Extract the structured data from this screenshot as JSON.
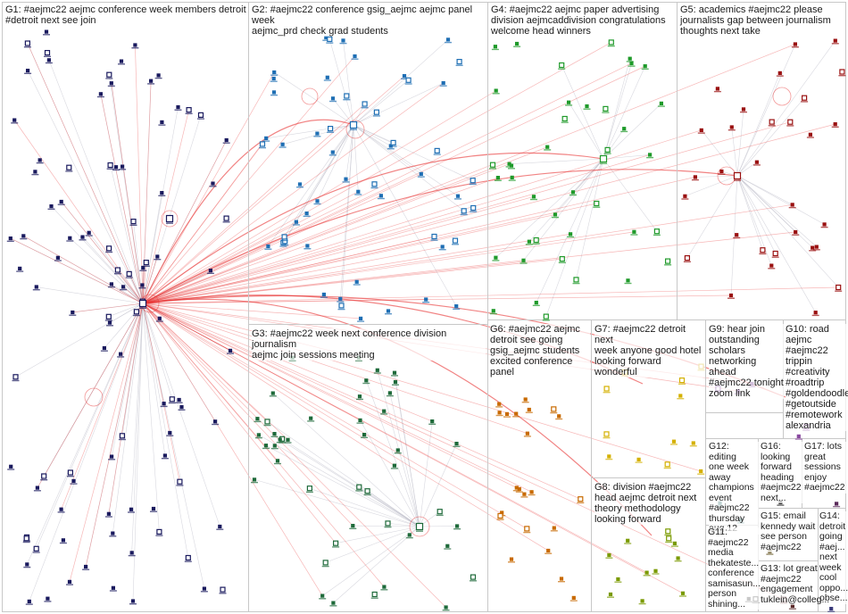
{
  "groups": [
    {
      "id": "G1",
      "label": "G1: #aejmc22 aejmc conference week members detroit\n#detroit next see join",
      "color": "#1a1a5e"
    },
    {
      "id": "G2",
      "label": "G2: #aejmc22 conference gsig_aejmc aejmc panel week\naejmc_prd check grad students",
      "color": "#1f6fb4"
    },
    {
      "id": "G3",
      "label": "G3: #aejmc22 week next conference division journalism\naejmc join sessions meeting",
      "color": "#1e6a3a"
    },
    {
      "id": "G4",
      "label": "G4: #aejmc22 aejmc paper advertising\ndivision aejmcaddivision congratulations\nwelcome head winners",
      "color": "#1f9a2a"
    },
    {
      "id": "G5",
      "label": "G5: academics #aejmc22 please\njournalists gap between journalism\nthoughts next take",
      "color": "#9a1010"
    },
    {
      "id": "G6",
      "label": "G6: #aejmc22 aejmc\ndetroit see going\ngsig_aejmc students\nexcited conference\npanel",
      "color": "#c86a00"
    },
    {
      "id": "G7",
      "label": "G7: #aejmc22 detroit next\nweek anyone good hotel\nlooking forward wonderful",
      "color": "#d4b000"
    },
    {
      "id": "G8",
      "label": "G8: division #aejmc22\nhead aejmc detroit next\ntheory methodology\nlooking forward",
      "color": "#7a9a00"
    },
    {
      "id": "G9",
      "label": "G9: hear join\noutstanding\nscholars\nnetworking ahead\n#aejmc22 tonight\nzoom link",
      "color": "#6a2a8a"
    },
    {
      "id": "G10",
      "label": "G10: road\naejmc\n#aejmc22\ntrippin\n#creativity\n#roadtrip\n#goldendoodle\n#getoutside\n#remotework\nalexandria",
      "color": "#8a4aa0"
    },
    {
      "id": "G11",
      "label": "G11:\n#aejmc22\nmedia\nthekateste...\nconference\nsamisasun...\nperson\nshining...",
      "color": "#4a4a4a"
    },
    {
      "id": "G12",
      "label": "G12: editing\none week\naway\nchampions\nevent\n#aejmc22\nthursday\naug 12",
      "color": "#2a6a6a"
    },
    {
      "id": "G13",
      "label": "G13: lot great\n#aejmc22\nengagement\ntuklein@colleg...",
      "color": "#5a2a2a"
    },
    {
      "id": "G14",
      "label": "G14:\ndetroit\ngoing\n#aej...\nnext\nweek\ncool\noppo...\nobse...",
      "color": "#3a3a7a"
    },
    {
      "id": "G15",
      "label": "G15: email\nkennedy wait\nsee person\n#aejmc22",
      "color": "#6a5a2a"
    },
    {
      "id": "G16",
      "label": "G16:\nlooking\nforward\nheading\n#aejmc22\nnext...",
      "color": "#2a2a2a"
    },
    {
      "id": "G17",
      "label": "G17: lots\ngreat\nsessions\nenjoy\n#aejmc22",
      "color": "#5a2a5a"
    }
  ],
  "colors": {
    "background": "#ffffff",
    "box_border": "#c8c8c8",
    "edge_red": "#e83030",
    "edge_gray": "#b8b8c4",
    "text": "#1a1a1a"
  }
}
